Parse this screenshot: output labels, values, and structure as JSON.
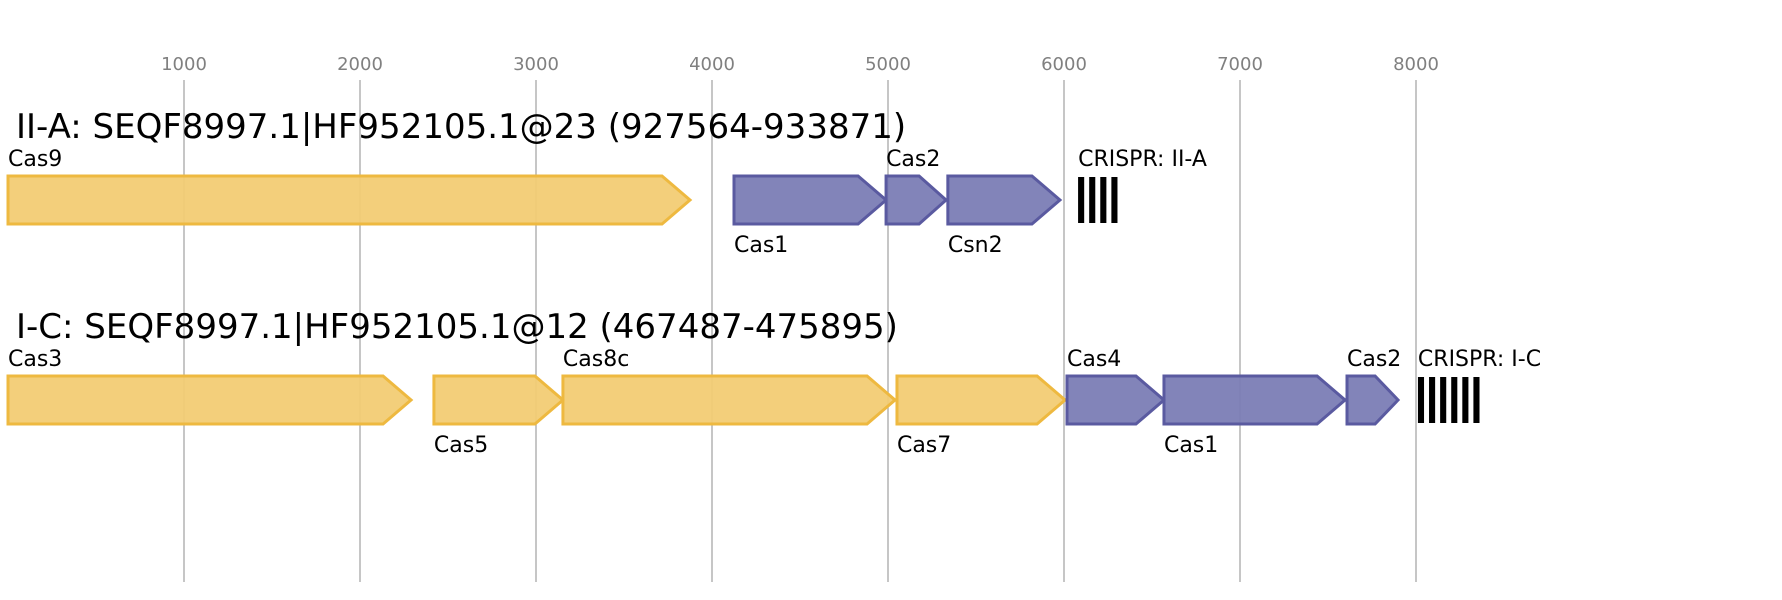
{
  "axis": {
    "ticks": [
      1000,
      2000,
      3000,
      4000,
      5000,
      6000,
      7000,
      8000
    ]
  },
  "colors": {
    "yellow_fill": "#f2cc74",
    "yellow_stroke": "#eeb940",
    "blue_fill": "#7b7db5",
    "blue_stroke": "#5a5aa0",
    "crispr": "#000000"
  },
  "loci": [
    {
      "title": "II-A: SEQF8997.1|HF952105.1@23 (927564-933871)",
      "genes": [
        {
          "name": "Cas9",
          "start": 0,
          "end": 3875,
          "color": "yellow",
          "label_pos": "above"
        },
        {
          "name": "Cas1",
          "start": 4125,
          "end": 4989,
          "color": "blue",
          "label_pos": "below"
        },
        {
          "name": "Cas2",
          "start": 4989,
          "end": 5330,
          "color": "blue",
          "label_pos": "above"
        },
        {
          "name": "Csn2",
          "start": 5340,
          "end": 5977,
          "color": "blue",
          "label_pos": "below"
        }
      ],
      "crispr": {
        "label": "CRISPR: II-A",
        "start": 6080,
        "end": 6307,
        "repeats": 4
      }
    },
    {
      "title": "I-C: SEQF8997.1|HF952105.1@12 (467487-475895)",
      "genes": [
        {
          "name": "Cas3",
          "start": 0,
          "end": 2290,
          "color": "yellow",
          "label_pos": "above"
        },
        {
          "name": "Cas5",
          "start": 2420,
          "end": 3153,
          "color": "yellow",
          "label_pos": "below"
        },
        {
          "name": "Cas8c",
          "start": 3153,
          "end": 5040,
          "color": "yellow",
          "label_pos": "above"
        },
        {
          "name": "Cas7",
          "start": 5051,
          "end": 6006,
          "color": "yellow",
          "label_pos": "below"
        },
        {
          "name": "Cas4",
          "start": 6017,
          "end": 6568,
          "color": "blue",
          "label_pos": "above"
        },
        {
          "name": "Cas1",
          "start": 6568,
          "end": 7597,
          "color": "blue",
          "label_pos": "below"
        },
        {
          "name": "Cas2",
          "start": 7608,
          "end": 7898,
          "color": "blue",
          "label_pos": "above"
        }
      ],
      "crispr": {
        "label": "CRISPR: I-C",
        "start": 8011,
        "end": 8364,
        "repeats": 6
      }
    }
  ]
}
